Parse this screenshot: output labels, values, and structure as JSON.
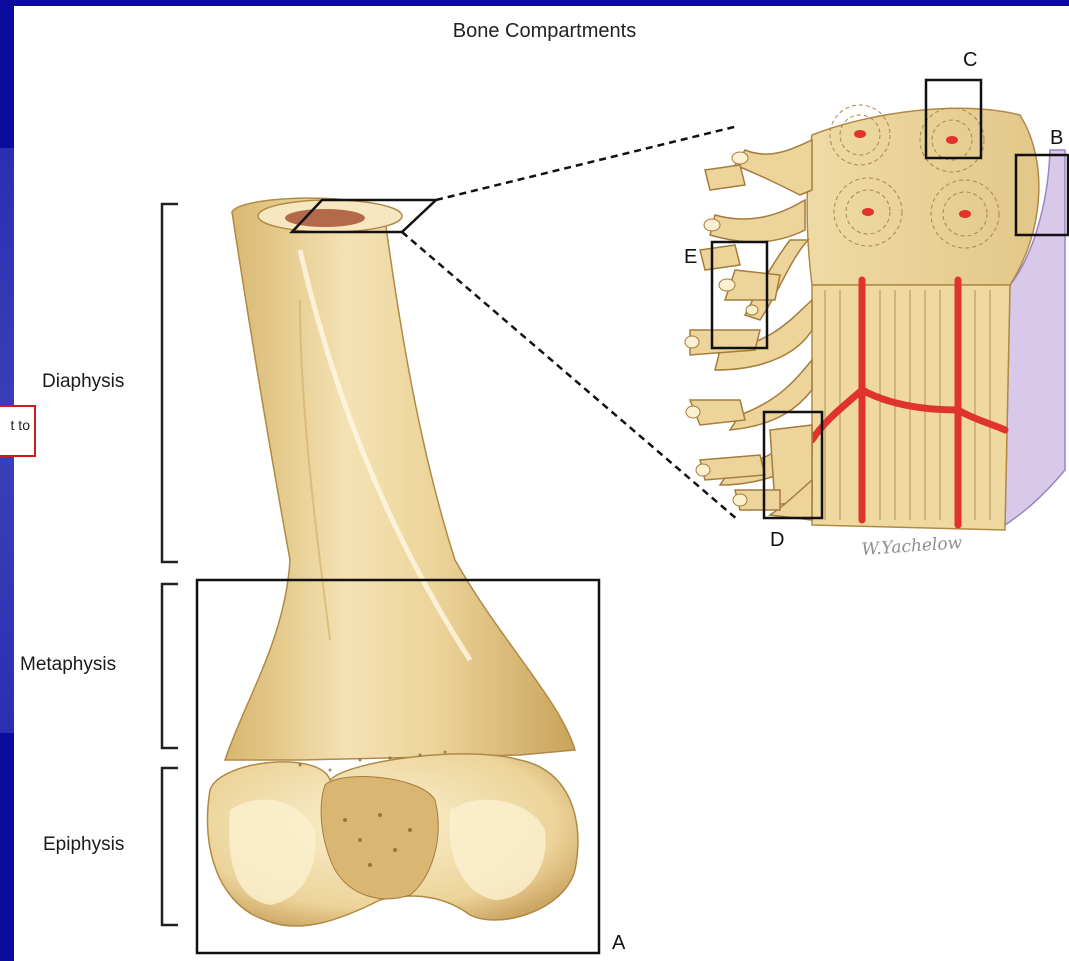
{
  "title": "Bone Compartments",
  "regions": {
    "diaphysis": "Diaphysis",
    "metaphysis": "Metaphysis",
    "epiphysis": "Epiphysis"
  },
  "callouts": {
    "a": "A",
    "b": "B",
    "c": "C",
    "d": "D",
    "e": "E"
  },
  "note": "t to",
  "signature": "W.Yachelow",
  "colors": {
    "slide_blue": "#0b0b9e",
    "bone": "#ecd7a0",
    "bone_shadow": "#c9a866",
    "vessel": "#e0332e",
    "periosteum": "#b9a6d8",
    "note_border": "#d21a1a"
  }
}
